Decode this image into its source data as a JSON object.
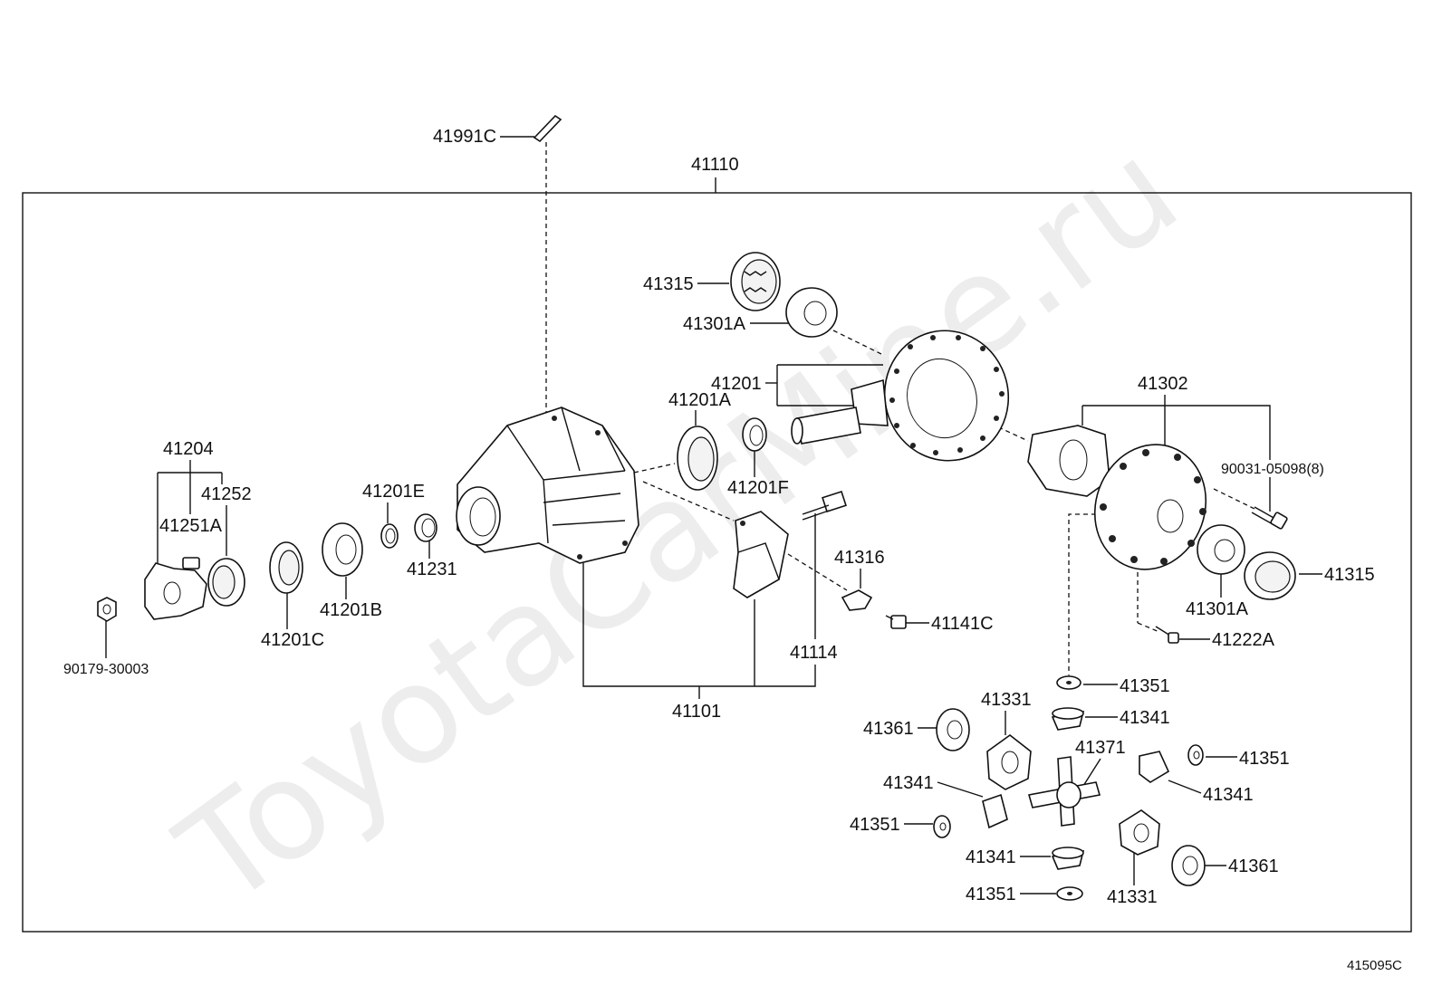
{
  "watermark": "ToyotaCarMine.ru",
  "diagram_code": "415095C",
  "colors": {
    "line": "#111111",
    "watermark": "#ededed",
    "background": "#ffffff"
  },
  "labels": {
    "l41991C": "41991C",
    "l41110": "41110",
    "l41315_top": "41315",
    "l41301A_top": "41301A",
    "l41201": "41201",
    "l41201A": "41201A",
    "l41201F": "41201F",
    "l41302": "41302",
    "l90031": "90031-05098(8)",
    "l41204": "41204",
    "l41252": "41252",
    "l41251A": "41251A",
    "l41201E": "41201E",
    "l41231": "41231",
    "l41201B": "41201B",
    "l41201C": "41201C",
    "l90179": "90179-30003",
    "l41316": "41316",
    "l41141C": "41141C",
    "l41114": "41114",
    "l41101": "41101",
    "l41315_right": "41315",
    "l41301A_right": "41301A",
    "l41222A": "41222A",
    "l41351_a": "41351",
    "l41331_a": "41331",
    "l41341_a": "41341",
    "l41361_a": "41361",
    "l41371": "41371",
    "l41351_b": "41351",
    "l41341_b": "41341",
    "l41341_c": "41341",
    "l41351_c": "41351",
    "l41341_d": "41341",
    "l41351_d": "41351",
    "l41331_b": "41331",
    "l41361_b": "41361"
  }
}
